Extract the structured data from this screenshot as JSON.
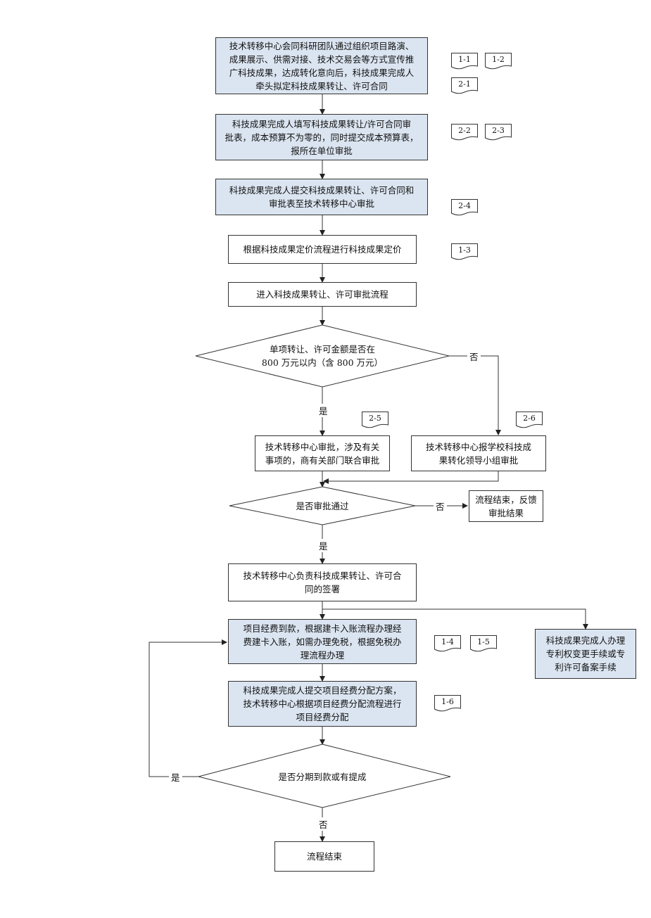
{
  "steps": {
    "s1": "技术转移中心会同科研团队通过组织项目路演、\n成果展示、供需对接、技术交易会等方式宣传推\n广科技成果，达成转化意向后，科技成果完成人\n牵头拟定科技成果转让、许可合同",
    "s2": "科技成果完成人填写科技成果转让/许可合同审\n批表，成本预算不为零的，同时提交成本预算表，\n报所在单位审批",
    "s3": "科技成果完成人提交科技成果转让、许可合同和\n审批表至技术转移中心审批",
    "s4": "根据科技成果定价流程进行科技成果定价",
    "s5": "进入科技成果转让、许可审批流程",
    "d1": "单项转让、许可金额是否在\n800 万元以内（含 800 万元）",
    "s6": "技术转移中心审批，涉及有关\n事项的，商有关部门联合审批",
    "s7": "技术转移中心报学校科技成\n果转化领导小组审批",
    "d2": "是否审批通过",
    "s8": "流程结束，反馈\n审批结果",
    "s9": "技术转移中心负责科技成果转让、许可合\n同的签署",
    "s10": "项目经费到款，根据建卡入账流程办理经\n费建卡入账，如需办理免税，根据免税办\n理流程办理",
    "s11": "科技成果完成人办理\n专利权变更手续或专\n利许可备案手续",
    "s12": "科技成果完成人提交项目经费分配方案，\n技术转移中心根据项目经费分配流程进行\n项目经费分配",
    "d3": "是否分期到款或有提成",
    "s13": "流程结束"
  },
  "labels": {
    "yes": "是",
    "no": "否"
  },
  "docs": {
    "d11": "1-1",
    "d12": "1-2",
    "d21": "2-1",
    "d22": "2-2",
    "d23": "2-3",
    "d24": "2-4",
    "d13": "1-3",
    "d25": "2-5",
    "d26": "2-6",
    "d14": "1-4",
    "d15": "1-5",
    "d16": "1-6"
  },
  "colors": {
    "shaded_fill": "#dbe5f1",
    "line": "#333333"
  }
}
